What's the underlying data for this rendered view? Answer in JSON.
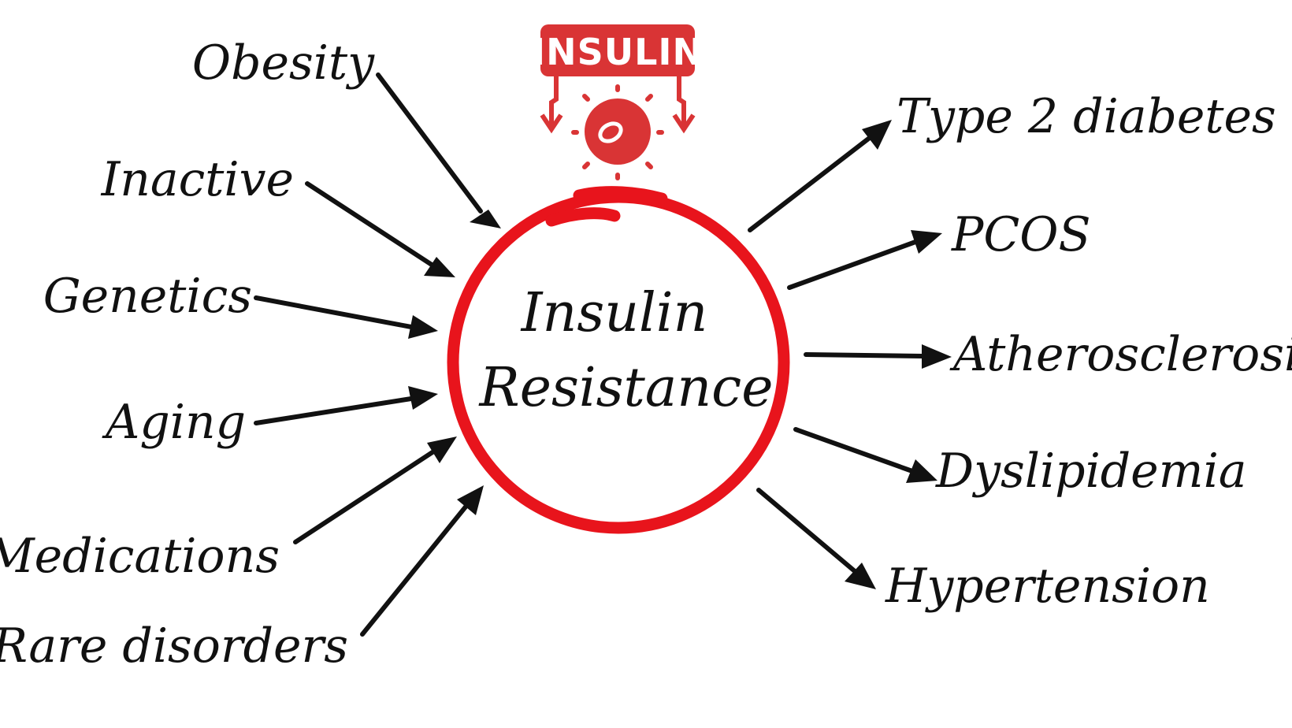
{
  "center": {
    "line1": "Insulin",
    "line2": "Resistance"
  },
  "badge": {
    "text": "INSULIN"
  },
  "causes": [
    "Obesity",
    "Inactive",
    "Genetics",
    "Aging",
    "Medications",
    "Rare disorders"
  ],
  "effects": [
    "Type 2 diabetes",
    "PCOS",
    "Atherosclerosis",
    "Dyslipidemia",
    "Hypertension"
  ],
  "colors": {
    "accent": "#e8141c",
    "badge": "#d93435",
    "text": "#111111"
  },
  "icons": {
    "badge_icon": "insulin-cell-icon"
  }
}
